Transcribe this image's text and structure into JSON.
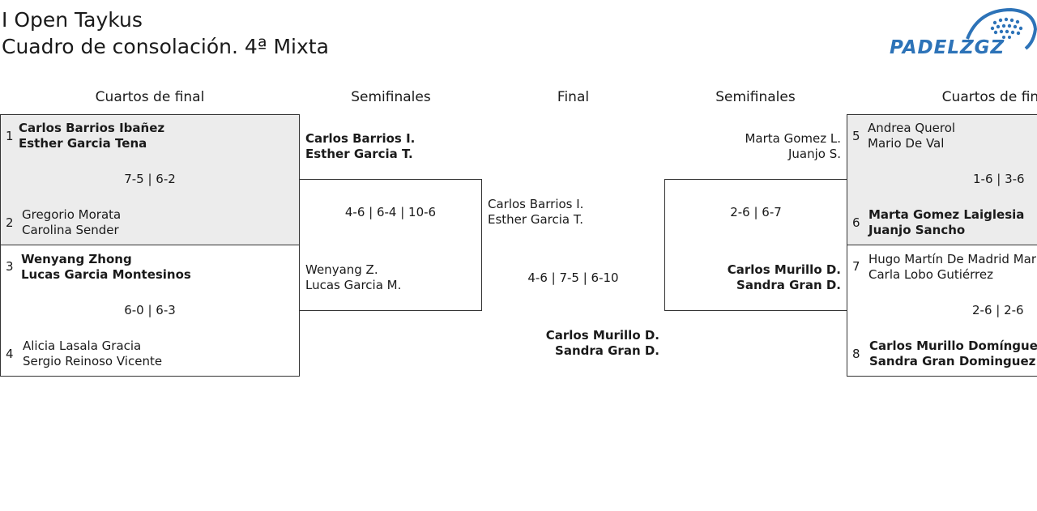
{
  "header": {
    "title": "I Open Taykus",
    "subtitle": "Cuadro de consolación. 4ª Mixta",
    "logo_text": "PADELZGZ"
  },
  "columns": {
    "qf_left": "Cuartos de final",
    "sf_left": "Semifinales",
    "final": "Final",
    "sf_right": "Semifinales",
    "qf_right": "Cuartos de final"
  },
  "qf_left": [
    {
      "top": {
        "seed": "1",
        "p1": "Carlos Barrios Ibañez",
        "p2": "Esther Garcia Tena",
        "winner": true
      },
      "score": "7-5 | 6-2",
      "bottom": {
        "seed": "2",
        "p1": "Gregorio Morata",
        "p2": "Carolina Sender",
        "winner": false
      }
    },
    {
      "top": {
        "seed": "3",
        "p1": "Wenyang Zhong",
        "p2": "Lucas Garcia Montesinos",
        "winner": true
      },
      "score": "6-0 | 6-3",
      "bottom": {
        "seed": "4",
        "p1": "Alicia Lasala Gracia",
        "p2": "Sergio Reinoso Vicente",
        "winner": false
      }
    }
  ],
  "sf_left": {
    "top": {
      "p1": "Carlos Barrios I.",
      "p2": "Esther Garcia T.",
      "winner": true
    },
    "score": "4-6 | 6-4 | 10-6",
    "bottom": {
      "p1": "Wenyang Z.",
      "p2": "Lucas Garcia M.",
      "winner": false
    }
  },
  "final": {
    "top": {
      "p1": "Carlos Barrios I.",
      "p2": "Esther Garcia T.",
      "winner": false
    },
    "score": "4-6 | 7-5 | 6-10",
    "bottom": {
      "p1": "Carlos Murillo D.",
      "p2": "Sandra Gran D.",
      "winner": true
    }
  },
  "sf_right": {
    "top": {
      "p1": "Marta Gomez L.",
      "p2": "Juanjo S.",
      "winner": false
    },
    "score": "2-6 | 6-7",
    "bottom": {
      "p1": "Carlos Murillo D.",
      "p2": "Sandra Gran D.",
      "winner": true
    }
  },
  "qf_right": [
    {
      "top": {
        "seed": "5",
        "p1": "Andrea Querol",
        "p2": "Mario De Val",
        "winner": false
      },
      "score": "1-6 | 3-6",
      "bottom": {
        "seed": "6",
        "p1": "Marta Gomez Laiglesia",
        "p2": "Juanjo Sancho",
        "winner": true
      }
    },
    {
      "top": {
        "seed": "7",
        "p1": "Hugo Martín De Madrid Mar",
        "p2": "Carla Lobo Gutiérrez",
        "winner": false
      },
      "score": "2-6 | 2-6",
      "bottom": {
        "seed": "8",
        "p1": "Carlos Murillo Domínguez",
        "p2": "Sandra Gran Dominguez",
        "winner": true
      }
    }
  ],
  "colors": {
    "shade": "#ececec",
    "logo_blue": "#2d73b8",
    "border": "#333333"
  }
}
